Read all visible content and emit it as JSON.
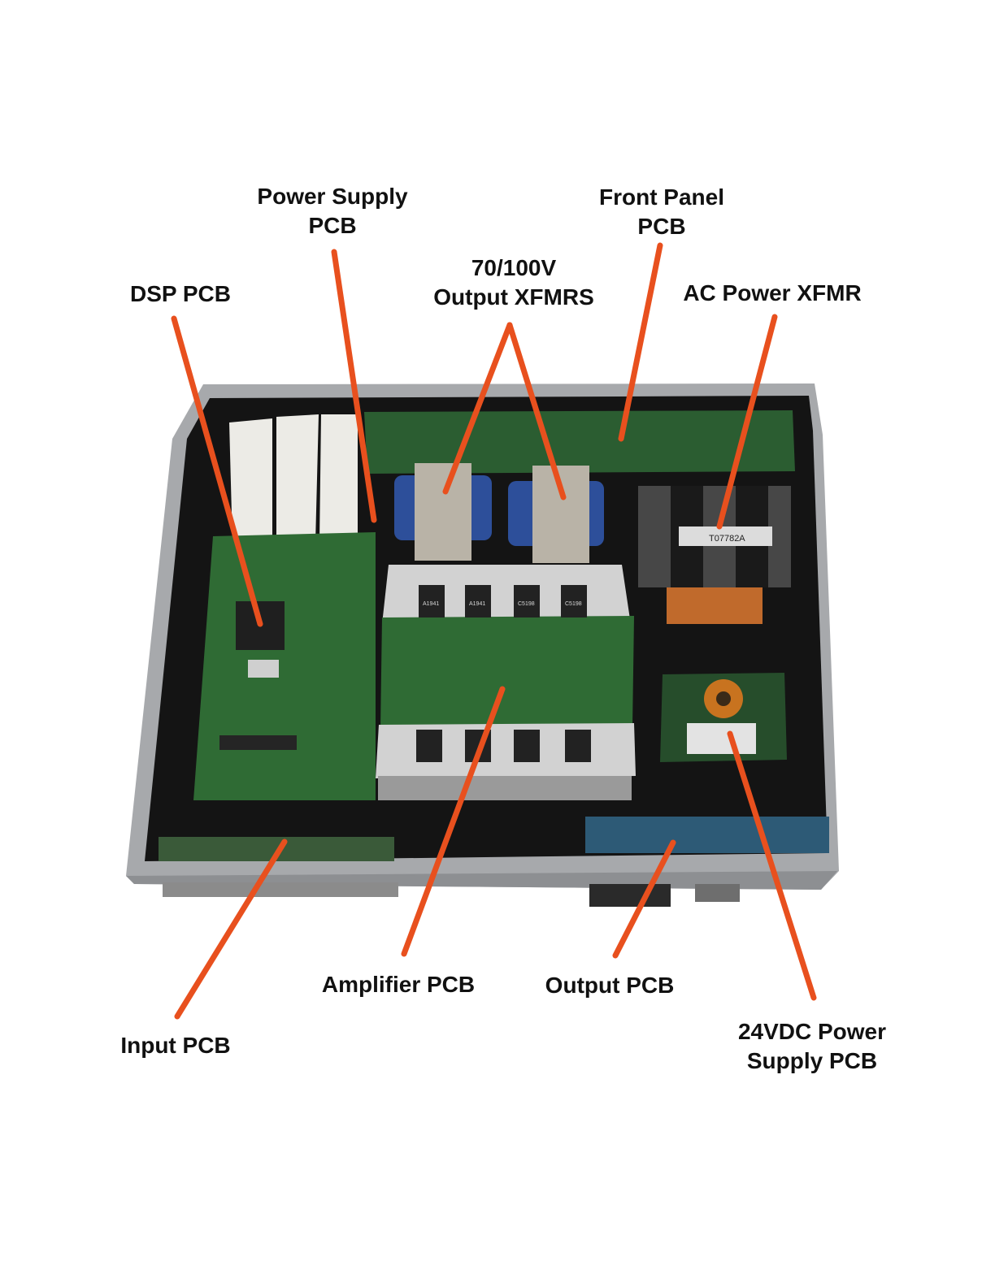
{
  "colors": {
    "leader": "#e8501e",
    "chassis_frame": "#a7a9ac",
    "chassis_interior": "#141414",
    "pcb_green": "#2f6b34",
    "transformer_metal": "#b9b3a7",
    "coil_blue": "#2d4f9a",
    "heatsink": "#d2d2d2",
    "ribbon": "#ecebe6"
  },
  "labels": {
    "power_supply_pcb": {
      "line1": "Power Supply",
      "line2": "PCB"
    },
    "front_panel_pcb": {
      "line1": "Front Panel",
      "line2": "PCB"
    },
    "output_xfmrs": {
      "line1": "70/100V",
      "line2": "Output XFMRS"
    },
    "dsp_pcb": {
      "line1": "DSP PCB"
    },
    "ac_power_xfmr": {
      "line1": "AC Power XFMR"
    },
    "amplifier_pcb": {
      "line1": "Amplifier PCB"
    },
    "output_pcb": {
      "line1": "Output PCB"
    },
    "input_pcb": {
      "line1": "Input PCB"
    },
    "dc_power_supply_pcb": {
      "line1": "24VDC Power",
      "line2": "Supply PCB"
    }
  },
  "photo_markings": {
    "ac_transformer_part": "T07782A",
    "transistor_codes": [
      "A1941",
      "A1941",
      "C5198",
      "C5198"
    ]
  }
}
